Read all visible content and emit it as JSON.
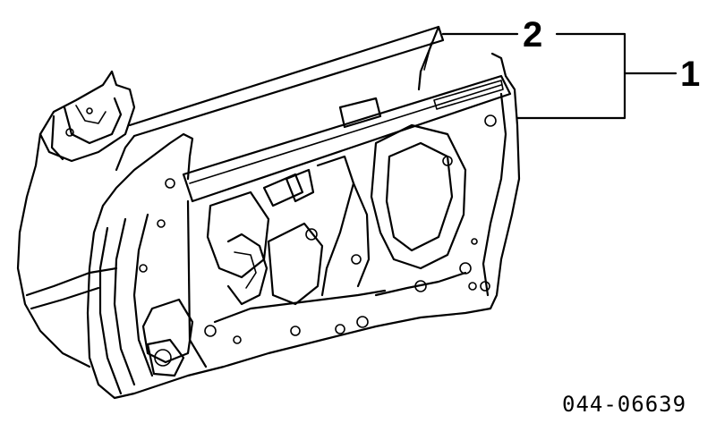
{
  "callouts": {
    "part_1": "1",
    "part_2": "2"
  },
  "diagram_code": "044-06639"
}
